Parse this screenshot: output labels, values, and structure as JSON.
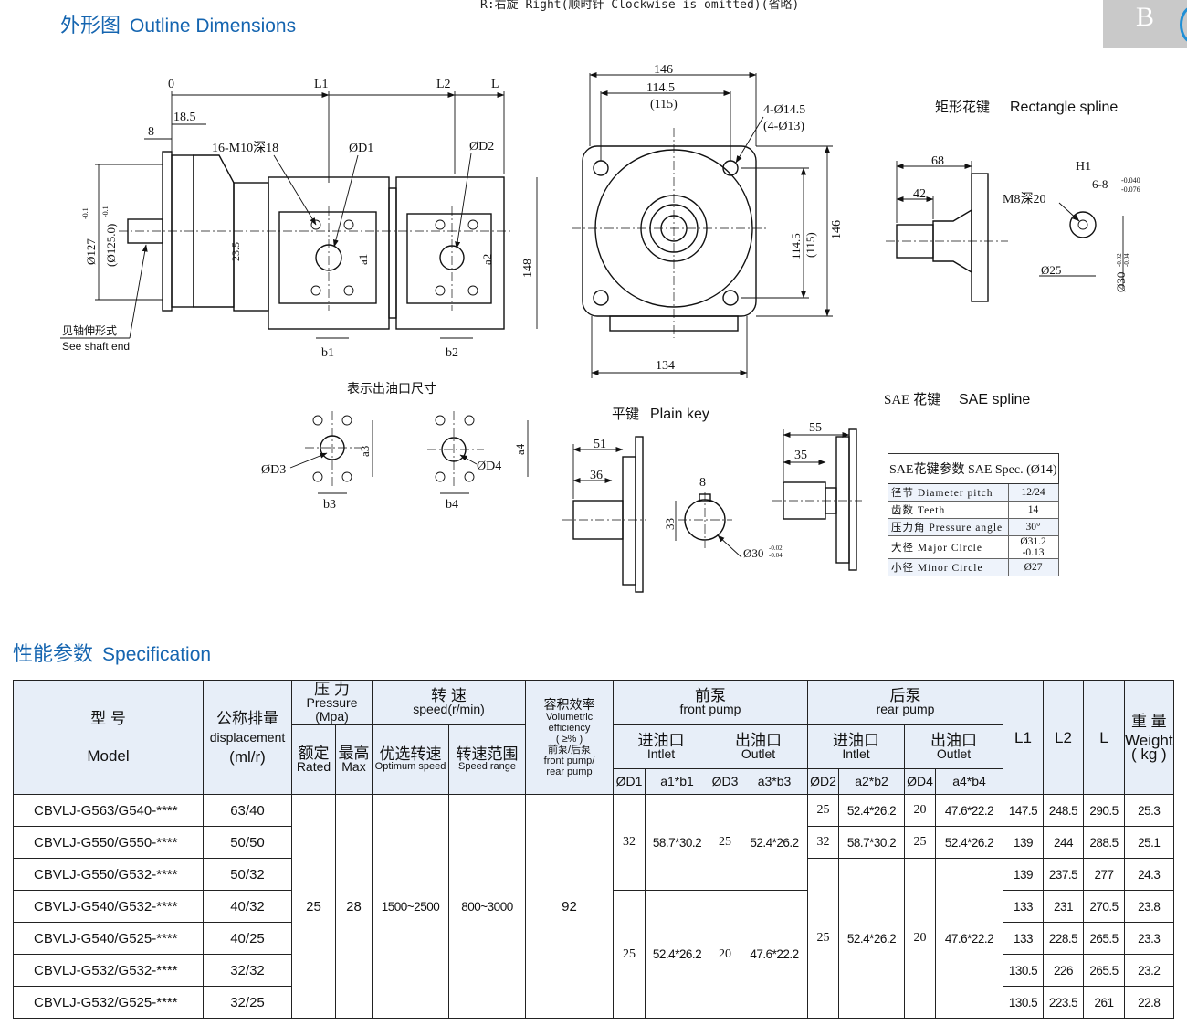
{
  "header": {
    "section1_cn": "外形图",
    "section1_en": "Outline Dimensions",
    "top_note": "R:右旋 Right(顺时针  Clockwise is omitted)(省略)",
    "tab_letter": "B"
  },
  "drawing_labels": {
    "main": {
      "o": "0",
      "l1": "L1",
      "l2": "L2",
      "l": "L",
      "d185": "18.5",
      "d8": "8",
      "thread": "16-M10深18",
      "od1": "ØD1",
      "od2": "ØD2",
      "d127": "Ø127",
      "d127tol": "-0.1",
      "d125": "(Ø125.0)",
      "d125tol": "-0.1",
      "d235": "23.5",
      "a1": "a1",
      "a2": "a2",
      "d148": "148",
      "b1": "b1",
      "b2": "b2",
      "shaft_cn": "见轴伸形式",
      "shaft_en": "See shaft end"
    },
    "front": {
      "d146": "146",
      "d1145": "114.5",
      "d115": "(115)",
      "holes": "4-Ø14.5",
      "holes2": "(4-Ø13)",
      "v1145": "114.5",
      "v115": "(115)",
      "v146": "146",
      "d134": "134"
    },
    "rect": {
      "title_cn": "矩形花键",
      "title_en": "Rectangle spline",
      "d68": "68",
      "d42": "42",
      "m8": "M8深20",
      "h1": "H1",
      "spline": "6-8",
      "tol1": "-0.040",
      "tol2": "-0.076",
      "d25": "Ø25",
      "d30": "Ø30",
      "d30tol1": "-0.02",
      "d30tol2": "-0.04"
    },
    "ports": {
      "title": "表示出油口尺寸",
      "od3": "ØD3",
      "a3": "a3",
      "b3": "b3",
      "od4": "ØD4",
      "a4": "a4",
      "b4": "b4"
    },
    "plain": {
      "title_cn": "平键",
      "title_en": "Plain key",
      "d51": "51",
      "d36": "36",
      "d33": "33",
      "d8": "8",
      "d30": "Ø30",
      "tol1": "-0.02",
      "tol2": "-0.04"
    },
    "sae": {
      "title_cn": "SAE 花键",
      "title_en": "SAE spline",
      "d55": "55",
      "d35": "35"
    }
  },
  "sae_table": {
    "title": "SAE花键参数 SAE Spec. (Ø14)",
    "rows": [
      {
        "label": "径节 Diameter pitch",
        "value": "12/24"
      },
      {
        "label": "齿数 Teeth",
        "value": "14"
      },
      {
        "label": "压力角 Pressure angle",
        "value": "30°"
      },
      {
        "label": "大径 Major Circle",
        "value": "Ø31.2 -0.13"
      },
      {
        "label": "小径 Minor Circle",
        "value": "Ø27"
      }
    ]
  },
  "spec": {
    "title_cn": "性能参数",
    "title_en": "Specification",
    "head": {
      "model_cn": "型 号",
      "model_en": "Model",
      "disp_cn": "公称排量",
      "disp_en": "displacement",
      "disp_unit": "(ml/r)",
      "pressure_cn": "压 力",
      "pressure_en": "Pressure",
      "pressure_unit": "(Mpa)",
      "rated_cn": "额定",
      "rated_en": "Rated",
      "max_cn": "最高",
      "max_en": "Max",
      "speed_cn": "转 速",
      "speed_en": "speed(r/min)",
      "opt_cn": "优选转速",
      "opt_en": "Optimum speed",
      "range_cn": "转速范围",
      "range_en": "Speed range",
      "eff_cn": "容积效率",
      "eff_en1": "Volumetric",
      "eff_en2": "efficiency",
      "eff_pct": "( ≥% )",
      "eff_sub_cn": "前泵/后泵",
      "eff_sub_en1": "front pump/",
      "eff_sub_en2": "rear pump",
      "front_cn": "前泵",
      "front_en": "front pump",
      "rear_cn": "后泵",
      "rear_en": "rear pump",
      "inlet_cn": "进油口",
      "inlet_en": "Intlet",
      "outlet_cn": "出油口",
      "outlet_en": "Outlet",
      "od1": "ØD1",
      "a1b1": "a1*b1",
      "od3": "ØD3",
      "a3b3": "a3*b3",
      "od2": "ØD2",
      "a2b2": "a2*b2",
      "od4": "ØD4",
      "a4b4": "a4*b4",
      "l1": "L1",
      "l2": "L2",
      "l": "L",
      "weight_cn": "重 量",
      "weight_en": "Weight",
      "weight_unit": "( kg )"
    },
    "shared": {
      "rated": "25",
      "max": "28",
      "optimum": "1500~2500",
      "range": "800~3000",
      "efficiency": "92",
      "front_a": {
        "od1": "32",
        "a1b1": "58.7*30.2",
        "od3": "25",
        "a3b3": "52.4*26.2"
      },
      "front_b": {
        "od1": "25",
        "a1b1": "52.4*26.2",
        "od3": "20",
        "a3b3": "47.6*22.2"
      },
      "rear_b": {
        "od2": "25",
        "a2b2": "52.4*26.2",
        "od4": "20",
        "a4b4": "47.6*22.2"
      }
    },
    "rows": [
      {
        "model": "CBVLJ-G563/G540-****",
        "disp": "63/40",
        "od2": "25",
        "a2b2": "52.4*26.2",
        "od4": "20",
        "a4b4": "47.6*22.2",
        "l1": "147.5",
        "l2": "248.5",
        "l": "290.5",
        "w": "25.3"
      },
      {
        "model": "CBVLJ-G550/G550-****",
        "disp": "50/50",
        "od2": "32",
        "a2b2": "58.7*30.2",
        "od4": "25",
        "a4b4": "52.4*26.2",
        "l1": "139",
        "l2": "244",
        "l": "288.5",
        "w": "25.1"
      },
      {
        "model": "CBVLJ-G550/G532-****",
        "disp": "50/32",
        "l1": "139",
        "l2": "237.5",
        "l": "277",
        "w": "24.3"
      },
      {
        "model": "CBVLJ-G540/G532-****",
        "disp": "40/32",
        "l1": "133",
        "l2": "231",
        "l": "270.5",
        "w": "23.8"
      },
      {
        "model": "CBVLJ-G540/G525-****",
        "disp": "40/25",
        "l1": "133",
        "l2": "228.5",
        "l": "265.5",
        "w": "23.3"
      },
      {
        "model": "CBVLJ-G532/G532-****",
        "disp": "32/32",
        "l1": "130.5",
        "l2": "226",
        "l": "265.5",
        "w": "23.2"
      },
      {
        "model": "CBVLJ-G532/G525-****",
        "disp": "32/25",
        "l1": "130.5",
        "l2": "223.5",
        "l": "261",
        "w": "22.8"
      }
    ]
  }
}
